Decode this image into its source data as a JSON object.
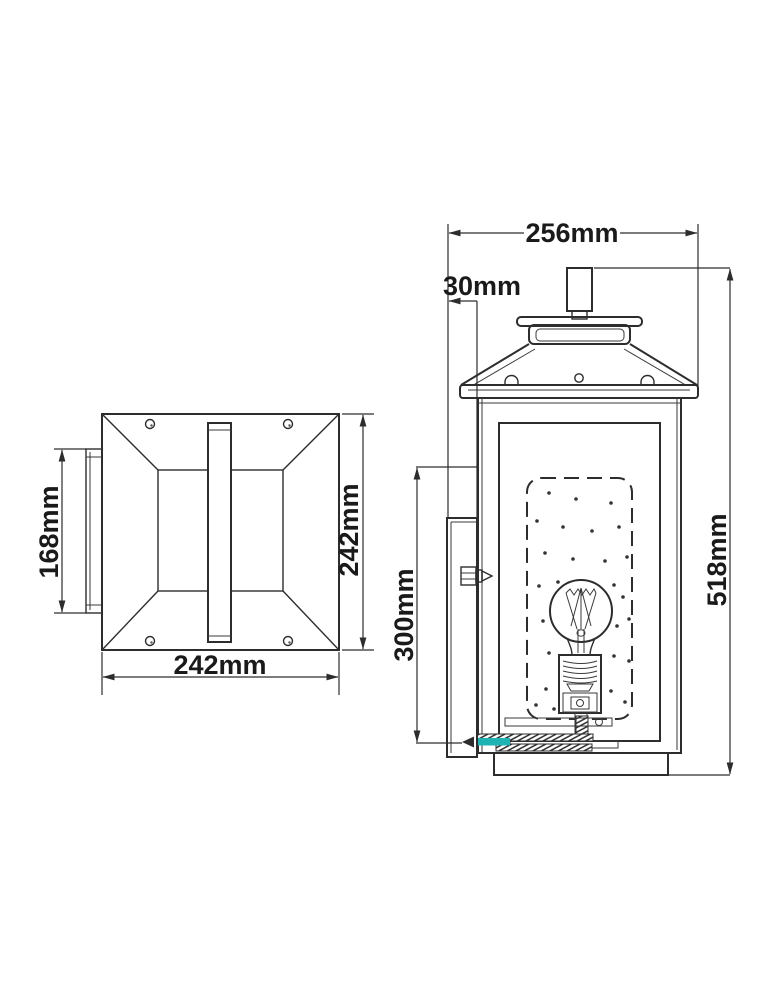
{
  "colors": {
    "accent": "#1fb3b3",
    "line": "#2d2d2d",
    "background": "#ffffff"
  },
  "top_view": {
    "dim_width": "242mm",
    "dim_height": "242mm",
    "dim_bracket": "168mm"
  },
  "side_view": {
    "dim_width": "256mm",
    "dim_offset": "30mm",
    "dim_height": "518mm",
    "dim_plate": "300mm"
  }
}
